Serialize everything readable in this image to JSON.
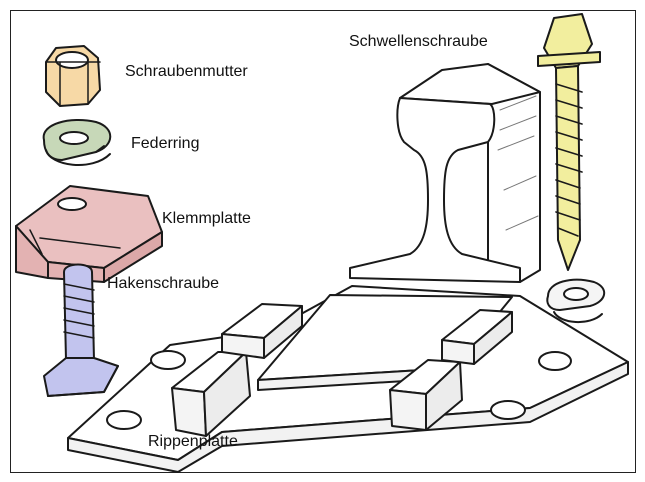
{
  "labels": {
    "schraubenmutter": "Schraubenmutter",
    "federring": "Federring",
    "klemmplatte": "Klemmplatte",
    "hakenschraube": "Hakenschraube",
    "schwellenschraube": "Schwellenschraube",
    "rippenplatte": "Rippenplatte"
  },
  "colors": {
    "nut": "#f7d9a6",
    "spring_washer": "#c7d8b8",
    "clamp_plate": "#eac0c0",
    "hook_bolt": "#c2c4ee",
    "sleeper_screw": "#f2ee9e",
    "rail": "#ffffff",
    "base_plate": "#ffffff",
    "outline": "#1a1a1a"
  }
}
